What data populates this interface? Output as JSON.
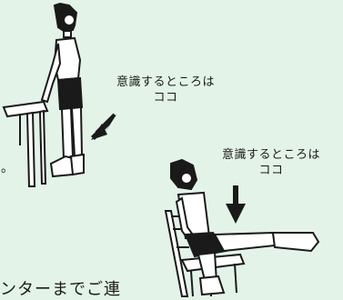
{
  "annotations": {
    "top": "意識するところは\nココ",
    "bottom": "意識するところは\nココ"
  },
  "fragments": {
    "left_mark": "。",
    "bottom_text": "ンターまでご連"
  },
  "colors": {
    "background": "#e3f3e7",
    "ink": "#1a1a1a",
    "figure_fill": "#ffffff"
  },
  "icons": {
    "standing": "standing-figure-with-table",
    "seated": "seated-figure-with-chair",
    "arrows": [
      "arrow-diagonal",
      "arrow-down"
    ]
  }
}
